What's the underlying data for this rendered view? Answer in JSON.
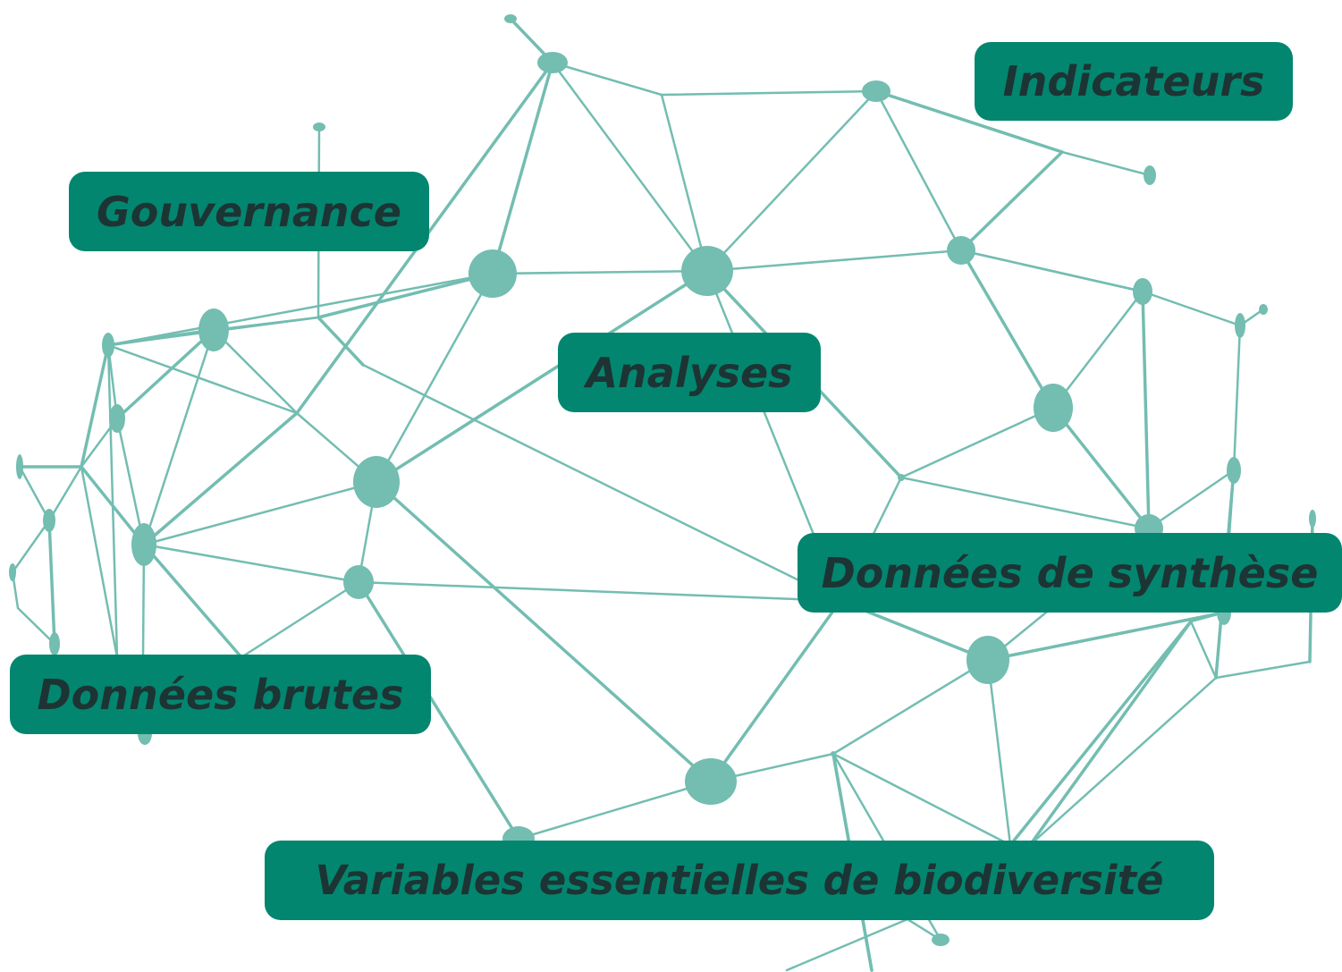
{
  "diagram": {
    "colors": {
      "edge": "#73bdb1",
      "node": "#73bdb1",
      "label_background": "#03866f",
      "label_text": "#1d3434",
      "background": "#ffffff"
    },
    "labels": {
      "indicateurs": "Indicateurs",
      "gouvernance": "Gouvernance",
      "analyses": "Analyses",
      "donnees_synthese": "Données de synthèse",
      "donnees_brutes": "Données brutes",
      "variables_essentielles": "Variables essentielles de biodiversité"
    }
  }
}
